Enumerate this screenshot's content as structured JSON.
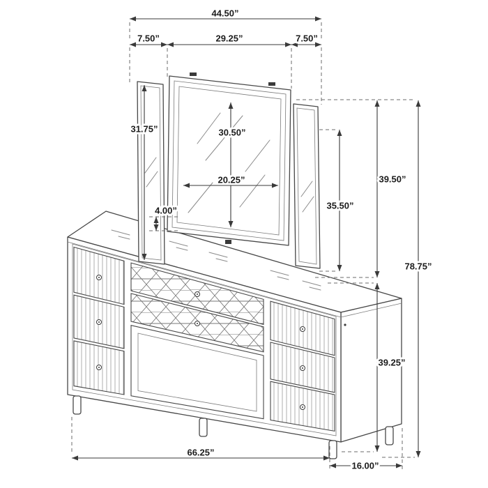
{
  "colors": {
    "background": "#ffffff",
    "line": "#474747",
    "dimension_text": "#1c1c1c"
  },
  "dims": {
    "overall_width": "44.50”",
    "left_panel_width": "7.50”",
    "mirror_width": "29.25”",
    "right_panel_width": "7.50”",
    "left_panel_height": "31.75”",
    "glass_height": "30.50”",
    "glass_width": "20.25”",
    "frame_bottom": "4.00”",
    "right_panel_height": "35.50”",
    "mirror_assembly_height": "39.50”",
    "total_height": "78.75”",
    "dresser_height": "39.25”",
    "dresser_width": "66.25”",
    "dresser_depth": "16.00”"
  }
}
